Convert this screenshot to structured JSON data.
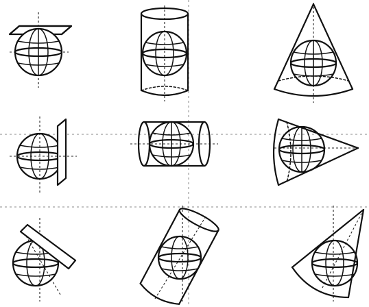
{
  "figure": {
    "background": "#ffffff",
    "stroke": "#111111",
    "panels": [
      {
        "projection": "plane",
        "aspect": "normal"
      },
      {
        "projection": "cylinder",
        "aspect": "normal"
      },
      {
        "projection": "cone",
        "aspect": "normal"
      },
      {
        "projection": "plane",
        "aspect": "transverse"
      },
      {
        "projection": "cylinder",
        "aspect": "transverse"
      },
      {
        "projection": "cone",
        "aspect": "transverse"
      },
      {
        "projection": "plane",
        "aspect": "oblique"
      },
      {
        "projection": "cylinder",
        "aspect": "oblique"
      },
      {
        "projection": "cone",
        "aspect": "oblique"
      }
    ]
  }
}
